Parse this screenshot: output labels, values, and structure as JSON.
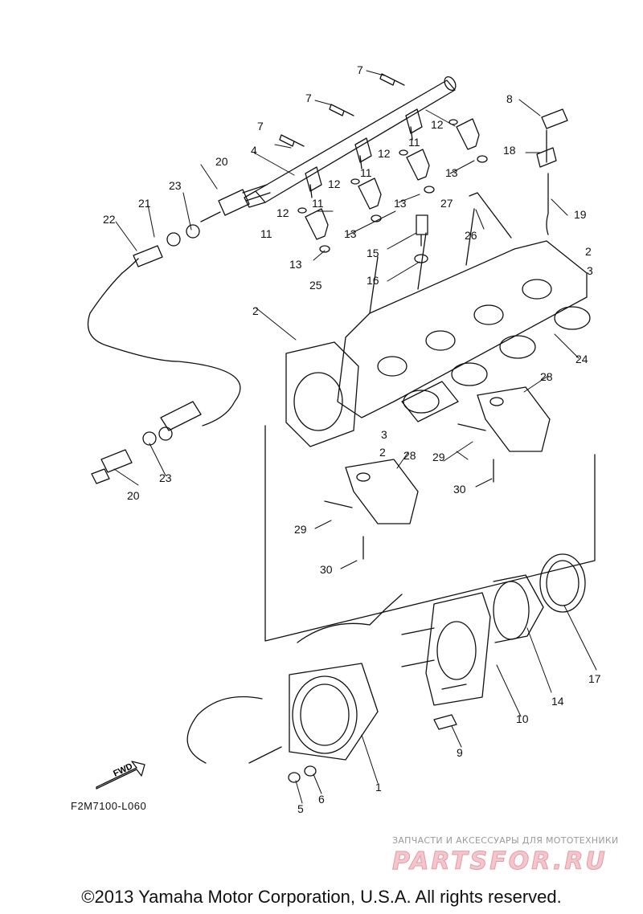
{
  "diagram": {
    "callouts": [
      {
        "id": "c1",
        "text": "1"
      },
      {
        "id": "c2a",
        "text": "2"
      },
      {
        "id": "c2b",
        "text": "2"
      },
      {
        "id": "c2c",
        "text": "2"
      },
      {
        "id": "c3a",
        "text": "3"
      },
      {
        "id": "c3b",
        "text": "3"
      },
      {
        "id": "c4",
        "text": "4"
      },
      {
        "id": "c5",
        "text": "5"
      },
      {
        "id": "c6",
        "text": "6"
      },
      {
        "id": "c7a",
        "text": "7"
      },
      {
        "id": "c7b",
        "text": "7"
      },
      {
        "id": "c7c",
        "text": "7"
      },
      {
        "id": "c8",
        "text": "8"
      },
      {
        "id": "c9",
        "text": "9"
      },
      {
        "id": "c10",
        "text": "10"
      },
      {
        "id": "c11a",
        "text": "11"
      },
      {
        "id": "c11b",
        "text": "11"
      },
      {
        "id": "c11c",
        "text": "11"
      },
      {
        "id": "c11d",
        "text": "11"
      },
      {
        "id": "c12a",
        "text": "12"
      },
      {
        "id": "c12b",
        "text": "12"
      },
      {
        "id": "c12c",
        "text": "12"
      },
      {
        "id": "c12d",
        "text": "12"
      },
      {
        "id": "c13a",
        "text": "13"
      },
      {
        "id": "c13b",
        "text": "13"
      },
      {
        "id": "c13c",
        "text": "13"
      },
      {
        "id": "c13d",
        "text": "13"
      },
      {
        "id": "c14",
        "text": "14"
      },
      {
        "id": "c15",
        "text": "15"
      },
      {
        "id": "c16",
        "text": "16"
      },
      {
        "id": "c17",
        "text": "17"
      },
      {
        "id": "c18",
        "text": "18"
      },
      {
        "id": "c19",
        "text": "19"
      },
      {
        "id": "c20a",
        "text": "20"
      },
      {
        "id": "c20b",
        "text": "20"
      },
      {
        "id": "c21",
        "text": "21"
      },
      {
        "id": "c22",
        "text": "22"
      },
      {
        "id": "c23a",
        "text": "23"
      },
      {
        "id": "c23b",
        "text": "23"
      },
      {
        "id": "c24",
        "text": "24"
      },
      {
        "id": "c25",
        "text": "25"
      },
      {
        "id": "c26",
        "text": "26"
      },
      {
        "id": "c27",
        "text": "27"
      },
      {
        "id": "c28a",
        "text": "28"
      },
      {
        "id": "c28b",
        "text": "28"
      },
      {
        "id": "c29a",
        "text": "29"
      },
      {
        "id": "c29b",
        "text": "29"
      },
      {
        "id": "c30a",
        "text": "30"
      },
      {
        "id": "c30b",
        "text": "30"
      }
    ],
    "fwd_label": "FWD",
    "drawing_code": "F2M7100-L060"
  },
  "watermark": {
    "caption": "ЗАПЧАСТИ И АКСЕССУАРЫ ДЛЯ МОТОТЕХНИКИ",
    "logo": "PARTSFOR.RU"
  },
  "copyright": "©2013 Yamaha Motor Corporation, U.S.A. All rights reserved.",
  "colors": {
    "line": "#111111",
    "watermark_text": "#9a9a9a",
    "watermark_logo": "#e79aa5"
  }
}
